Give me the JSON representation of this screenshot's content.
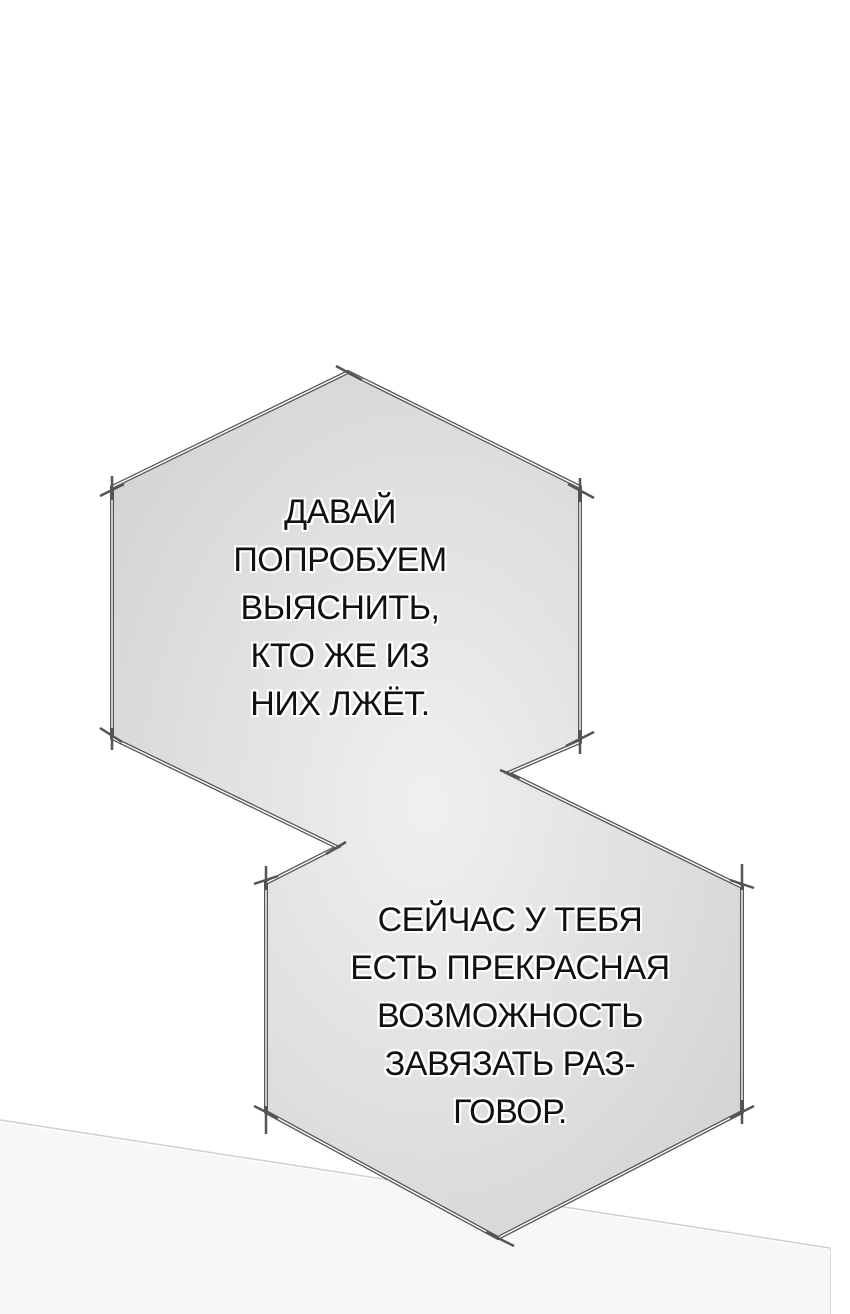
{
  "bubbles": [
    {
      "lines": [
        "ДАВАЙ",
        "ПОПРОБУЕМ",
        "ВЫЯСНИТЬ,",
        "КТО ЖЕ ИЗ",
        "НИХ ЛЖЁТ."
      ]
    },
    {
      "lines": [
        "СЕЙЧАС У ТЕБЯ",
        "ЕСТЬ ПРЕКРАСНАЯ",
        "ВОЗМОЖНОСТЬ",
        "ЗАВЯЗАТЬ РАЗ-",
        "ГОВОР."
      ]
    }
  ],
  "colors": {
    "background": "#ffffff",
    "bubble_fill": "#e2e2e2",
    "bubble_border": "#555555",
    "text": "#111111"
  }
}
